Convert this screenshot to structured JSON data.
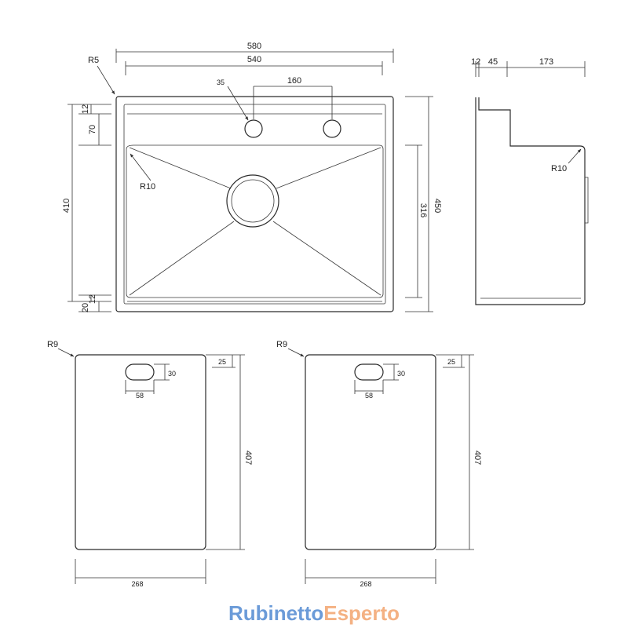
{
  "brand": {
    "part1": "Rubinetto",
    "part2": "Esperto",
    "color1": "#6b9bd8",
    "color2": "#f4b183"
  },
  "sink": {
    "overall_width": "580",
    "inner_width": "540",
    "corner_radius": "R5",
    "tap_hole_diameter": "35",
    "tap_hole_spacing": "160",
    "flange_top": "12",
    "deck_depth": "70",
    "bowl_radius": "R10",
    "total_depth": "410",
    "bottom_a": "12",
    "bottom_b": "20",
    "overall_length": "450",
    "bowl_length": "316"
  },
  "profile": {
    "rim": "12",
    "step": "45",
    "bowl_depth": "173",
    "corner_radius": "R10"
  },
  "board_left": {
    "corner_radius": "R9",
    "handle_height": "30",
    "handle_width": "58",
    "handle_offset": "25",
    "height": "407",
    "width": "268"
  },
  "board_right": {
    "corner_radius": "R9",
    "handle_height": "30",
    "handle_width": "58",
    "handle_offset": "25",
    "height": "407",
    "width": "268"
  }
}
